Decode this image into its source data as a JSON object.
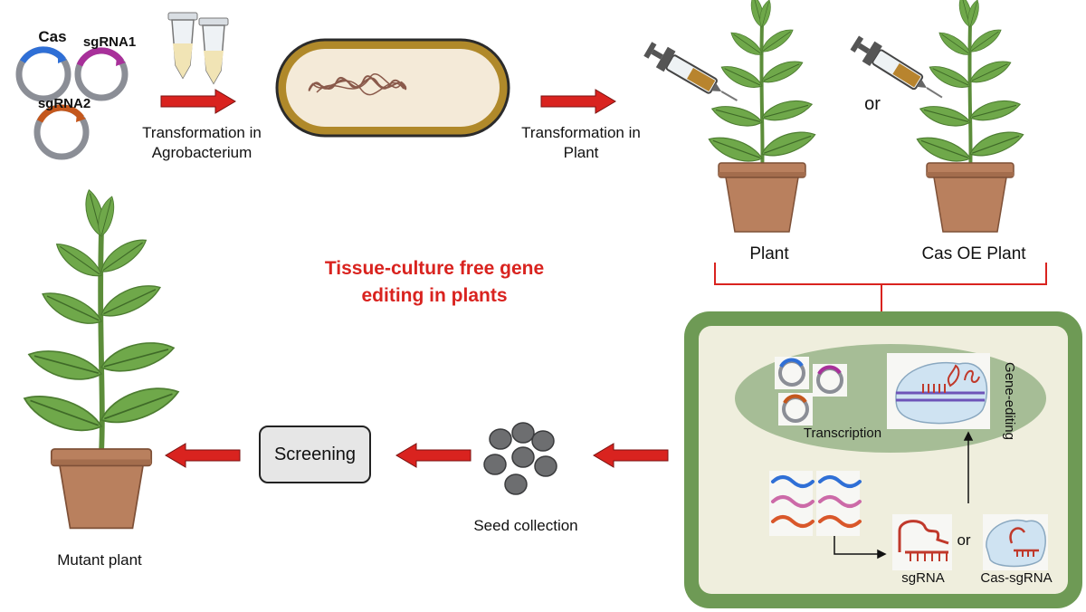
{
  "title": "Tissue-culture free gene editing in plants",
  "plasmids": {
    "cas": "Cas",
    "sgrna1": "sgRNA1",
    "sgrna2": "sgRNA2"
  },
  "labels": {
    "agro": "Transformation in Agrobacterium",
    "plant_transform": "Transformation in Plant",
    "plant": "Plant",
    "or_top": "or",
    "cas_oe": "Cas OE Plant",
    "transcription": "Transcription",
    "gene_editing": "Gene-editing",
    "sgrna": "sgRNA",
    "or_cell": "or",
    "cas_sgrna": "Cas-sgRNA",
    "seed": "Seed collection",
    "screening": "Screening",
    "mutant": "Mutant plant"
  },
  "colors": {
    "arrow": "#d9231f",
    "title": "#d9231f",
    "cell_wall": "#6e9a55",
    "cell_fill": "#efeedd",
    "nucleus": "#a6bd96",
    "pot": "#b9805e",
    "leaf": "#6fa84a"
  }
}
